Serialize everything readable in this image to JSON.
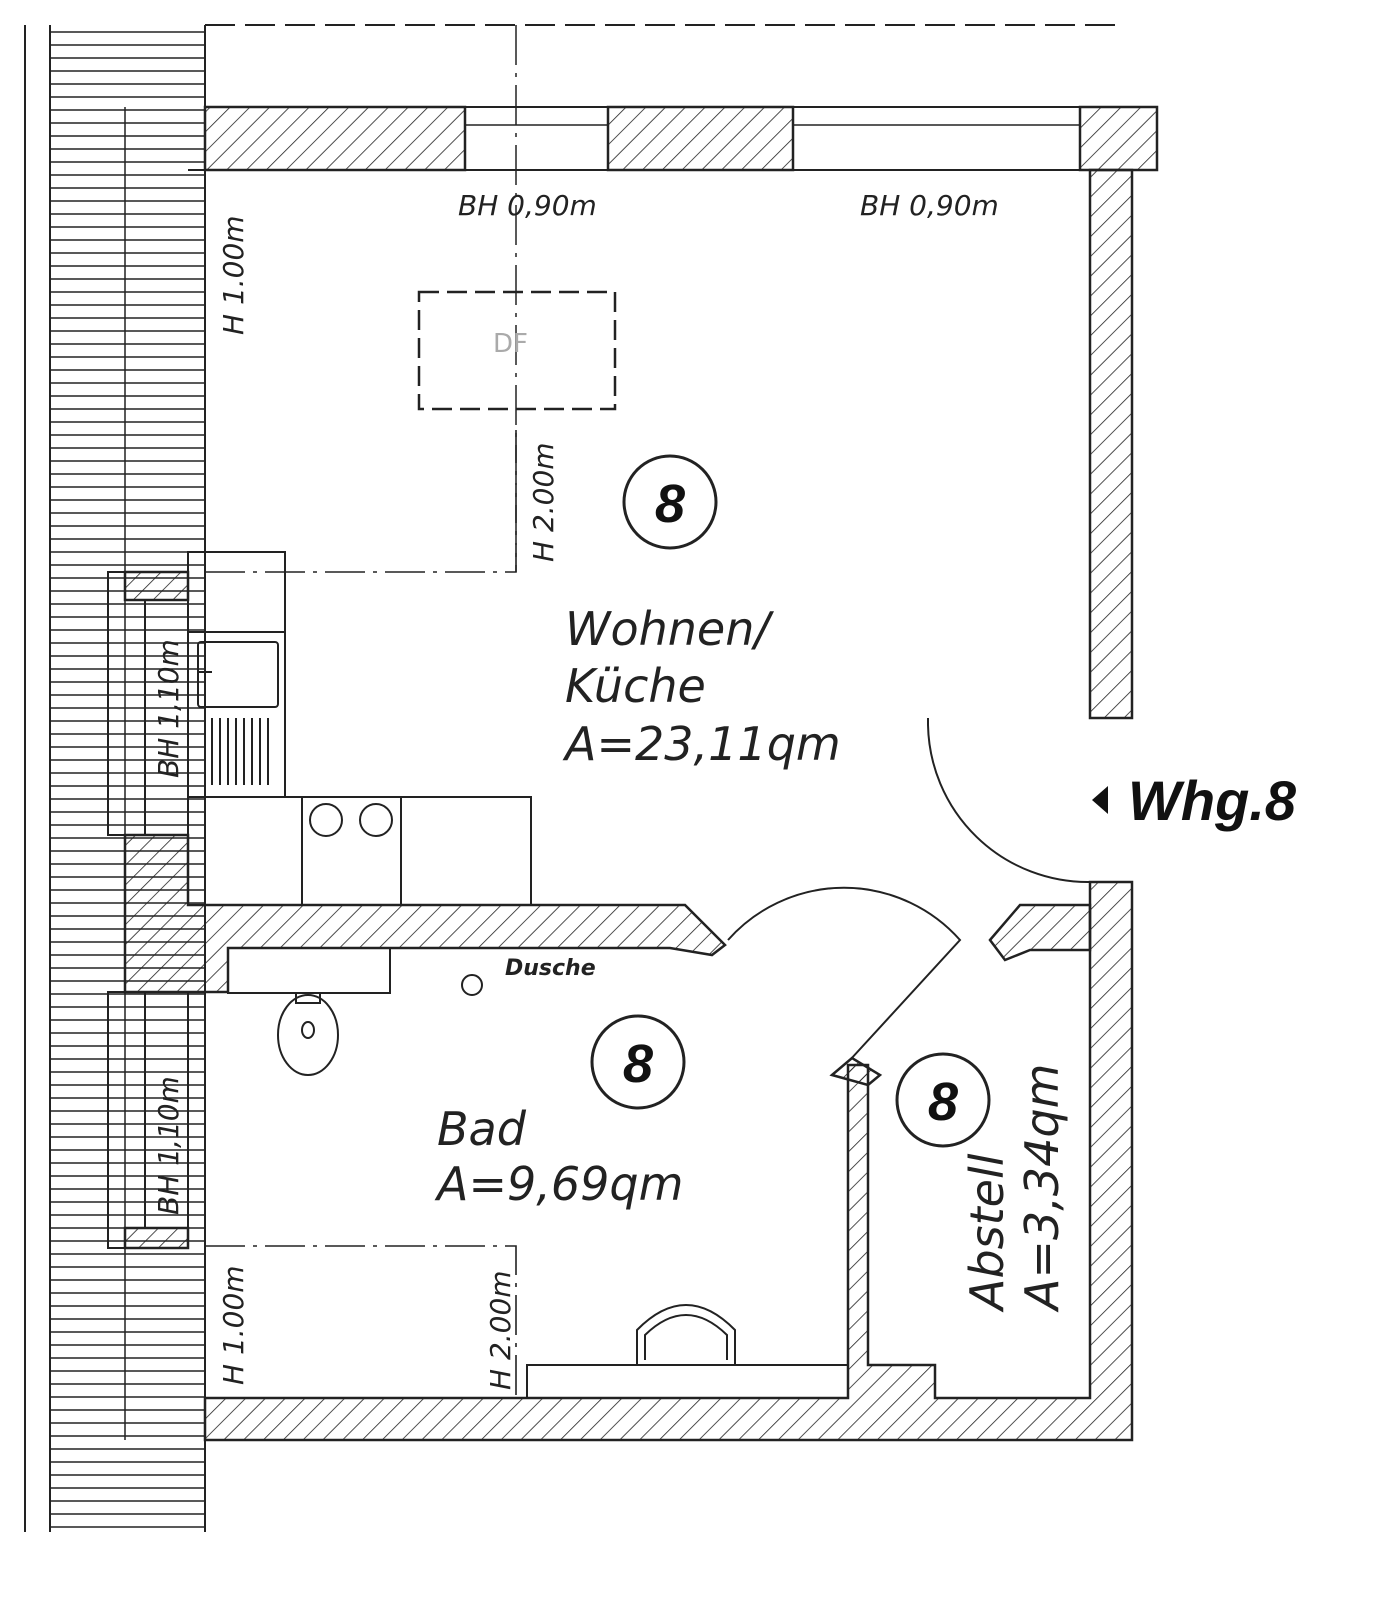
{
  "rooms": [
    {
      "number": "8",
      "name": "Wohnen/",
      "name2": "Küche",
      "area": "A=23,11qm"
    },
    {
      "number": "8",
      "name": "Bad",
      "area": "A=9,69qm"
    },
    {
      "number": "8",
      "name": "Abstell",
      "area": "A=3,34qm"
    }
  ],
  "labels": {
    "bh_top_1": "BH  0,90m",
    "bh_top_2": "BH  0,90m",
    "h_100_top": "H  1.00m",
    "h_200_top": "H  2.00m",
    "bh_left_1": "BH  1,10m",
    "bh_left_2": "BH  1,10m",
    "h_100_bottom": "H  1.00m",
    "h_200_bottom": "H  2.00m",
    "dusche": "Dusche",
    "df": "DF",
    "unit": "Whg.8"
  }
}
